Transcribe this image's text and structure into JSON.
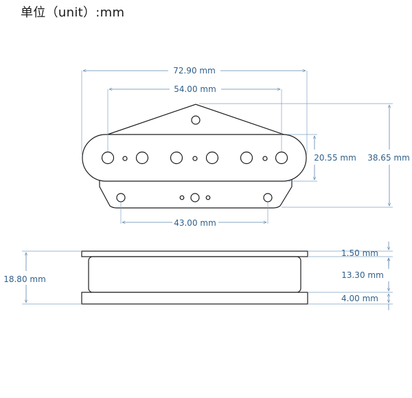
{
  "unit_label": "单位（unit）:mm",
  "dimensions": {
    "overall_width": "72.90 mm",
    "pole_span": "54.00 mm",
    "mount_span": "43.00 mm",
    "bobbin_width": "20.55 mm",
    "overall_depth": "38.65 mm",
    "total_height": "18.80 mm",
    "top_flange": "1.50 mm",
    "bobbin_height": "13.30 mm",
    "base_plate": "4.00 mm"
  },
  "colors": {
    "dimension": "#2f5f8a",
    "outline": "#1a1a1a",
    "background": "#ffffff"
  }
}
